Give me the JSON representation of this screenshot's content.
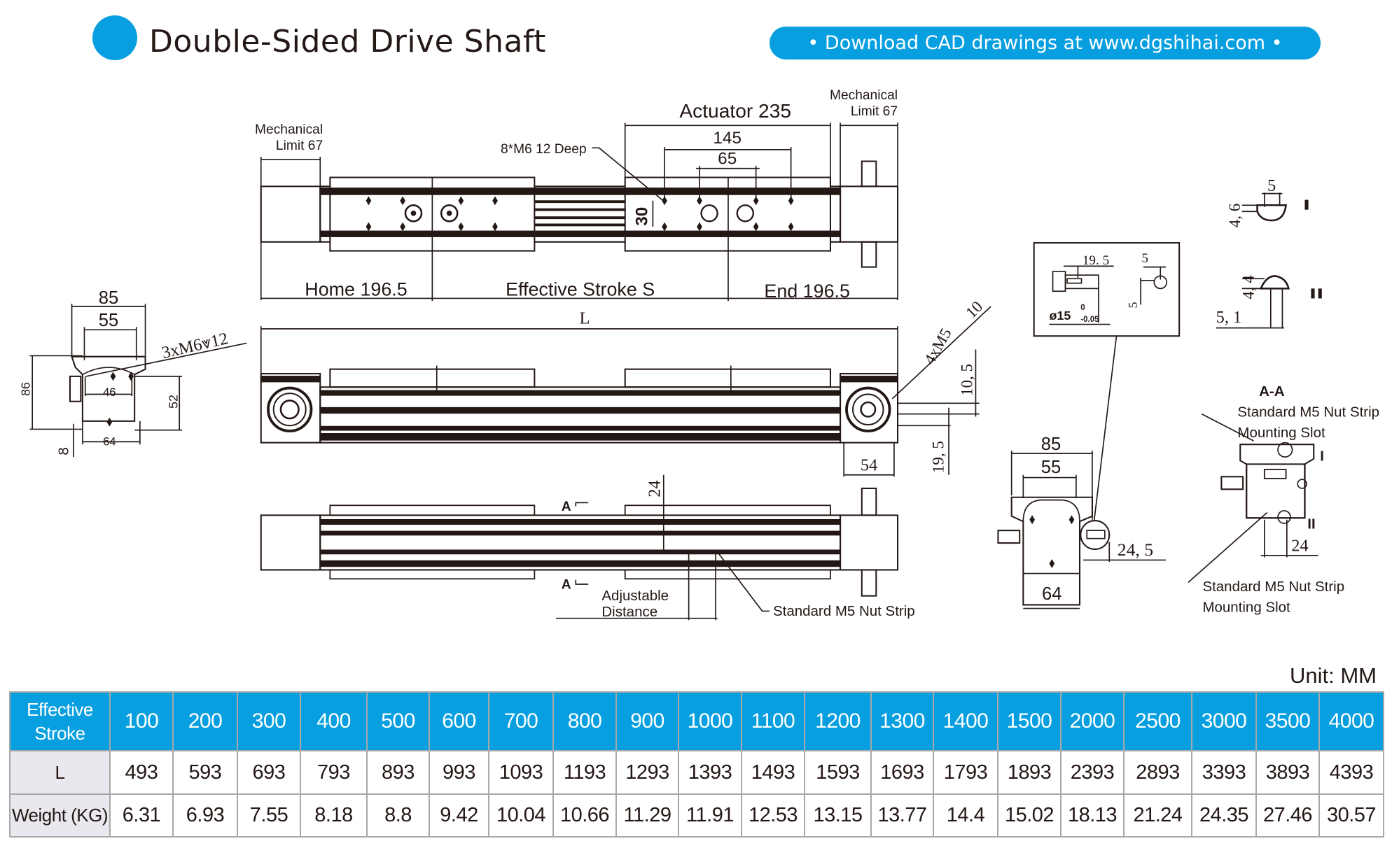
{
  "header": {
    "title": "Double-Sided Drive Shaft",
    "banner": "• Download CAD drawings at www.dgshihai.com •",
    "accent_color": "#089fe0"
  },
  "drawing": {
    "top_view": {
      "mech_limit_left_1": "Mechanical",
      "mech_limit_left_2": "Limit 67",
      "mech_limit_right_1": "Mechanical",
      "mech_limit_right_2": "Limit 67",
      "actuator": "Actuator 235",
      "dim_145": "145",
      "dim_65": "65",
      "dim_30": "30",
      "holes_note": "8*M6 12 Deep",
      "home": "Home 196.5",
      "stroke": "Effective Stroke S",
      "end": "End 196.5"
    },
    "side_view": {
      "length": "L",
      "thread_note": "4xM5",
      "thread_depth": "10",
      "dim_10_5": "10, 5",
      "dim_19_5": "19, 5",
      "dim_54": "54"
    },
    "bottom_view": {
      "section_mark_top": "A",
      "section_mark_bottom": "A",
      "dim_24": "24",
      "adjustable_1": "Adjustable",
      "adjustable_2": "Distance",
      "nut_strip": "Standard M5 Nut Strip"
    },
    "left_end_view": {
      "dim_85": "85",
      "dim_55": "55",
      "dim_86": "86",
      "dim_46": "46",
      "dim_52": "52",
      "dim_64": "64",
      "dim_8": "8",
      "holes_note": "3xM6⩔12"
    },
    "shaft_detail": {
      "dim_19_5": "19. 5",
      "dim_5a": "5",
      "dim_5b": "5",
      "diameter": "ø15",
      "tol_upper": "0",
      "tol_lower": "-0.05"
    },
    "right_end_view": {
      "dim_85": "85",
      "dim_55": "55",
      "dim_24_5": "24, 5",
      "dim_64": "64"
    },
    "profile_details": {
      "d1_width": "5",
      "d1_height": "4, 6",
      "d1_label": "I",
      "d2_height": "4, 4",
      "d2_width": "5, 1",
      "d2_label": "II"
    },
    "section_aa": {
      "title": "A-A",
      "slot_top_1": "Standard M5 Nut Strip",
      "slot_top_2": "Mounting Slot",
      "label_i": "I",
      "label_ii": "II",
      "dim_24": "24",
      "slot_bottom_1": "Standard M5 Nut Strip",
      "slot_bottom_2": "Mounting Slot"
    }
  },
  "table": {
    "unit": "Unit: MM",
    "row_header_stroke_1": "Effective",
    "row_header_stroke_2": "Stroke",
    "row_header_l": "L",
    "row_header_weight": "Weight (KG)",
    "strokes": [
      "100",
      "200",
      "300",
      "400",
      "500",
      "600",
      "700",
      "800",
      "900",
      "1000",
      "1100",
      "1200",
      "1300",
      "1400",
      "1500",
      "2000",
      "2500",
      "3000",
      "3500",
      "4000"
    ],
    "L": [
      "493",
      "593",
      "693",
      "793",
      "893",
      "993",
      "1093",
      "1193",
      "1293",
      "1393",
      "1493",
      "1593",
      "1693",
      "1793",
      "1893",
      "2393",
      "2893",
      "3393",
      "3893",
      "4393"
    ],
    "weight": [
      "6.31",
      "6.93",
      "7.55",
      "8.18",
      "8.8",
      "9.42",
      "10.04",
      "10.66",
      "11.29",
      "11.91",
      "12.53",
      "13.15",
      "13.77",
      "14.4",
      "15.02",
      "18.13",
      "21.24",
      "24.35",
      "27.46",
      "30.57"
    ]
  }
}
